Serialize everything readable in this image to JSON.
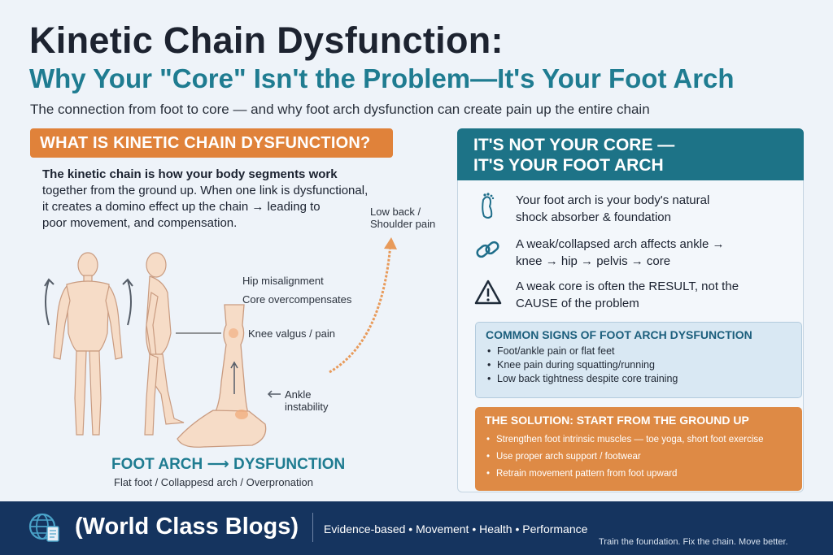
{
  "header": {
    "title_line1": "Kinetic Chain Dysfunction:",
    "title_line2": "Why Your \"Core\" Isn't the Problem—It's Your Foot Arch",
    "subtitle": "The connection from foot to core — and why foot arch dysfunction can create pain up the entire chain"
  },
  "left": {
    "section_label": "WHAT IS KINETIC CHAIN DYSFUNCTION?",
    "intro_line1": "The kinetic chain is how your body segments work",
    "intro_line2": "together from the ground up. When one link is dysfunctional,",
    "intro_line3": "it creates a domino effect up the chain → leading to",
    "intro_line4": "poor movement, and compensation.",
    "labels": {
      "low_back_1": "Low back /",
      "low_back_2": "Shoulder pain",
      "hip": "Hip misalignment",
      "core": "Core overcompensates",
      "knee": "Knee valgus / pain",
      "ankle_1": "Ankle",
      "ankle_2": "instability"
    },
    "foot_arch_title": "FOOT ARCH ⟶ DYSFUNCTION",
    "foot_arch_sub": "Flat foot / Collappesd arch / Overpronation"
  },
  "right": {
    "header_line1": "IT'S NOT YOUR CORE —",
    "header_line2": "IT'S YOUR FOOT ARCH",
    "points": [
      {
        "icon": "footprint-icon",
        "line1": "Your foot arch is your body's natural",
        "line2": "shock absorber & foundation"
      },
      {
        "icon": "chain-link-icon",
        "line1": "A weak/collapsed arch affects ankle →",
        "line2": "knee → hip → pelvis → core"
      },
      {
        "icon": "warning-icon",
        "line1": "A weak core is often the RESULT, not the",
        "line2": "CAUSE of the problem"
      }
    ],
    "signs": {
      "title": "COMMON SIGNS OF FOOT ARCH DYSFUNCTION",
      "items": [
        "Foot/ankle pain or flat feet",
        "Knee pain during squatting/running",
        "Low back tightness despite core training"
      ]
    },
    "solution": {
      "title": "THE SOLUTION: START FROM THE GROUND UP",
      "items": [
        "Strengthen foot intrinsic muscles — toe yoga, short foot exercise",
        "Use proper arch support / footwear",
        "Retrain movement pattern from foot upward"
      ]
    }
  },
  "footer": {
    "brand": "(World Class Blogs)",
    "tagline": "Evidence-based • Movement • Health • Performance",
    "motto": "Train the foundation. Fix the chain. Move better."
  },
  "colors": {
    "teal": "#1d7387",
    "orange": "#e0823a",
    "navy": "#15345f"
  }
}
